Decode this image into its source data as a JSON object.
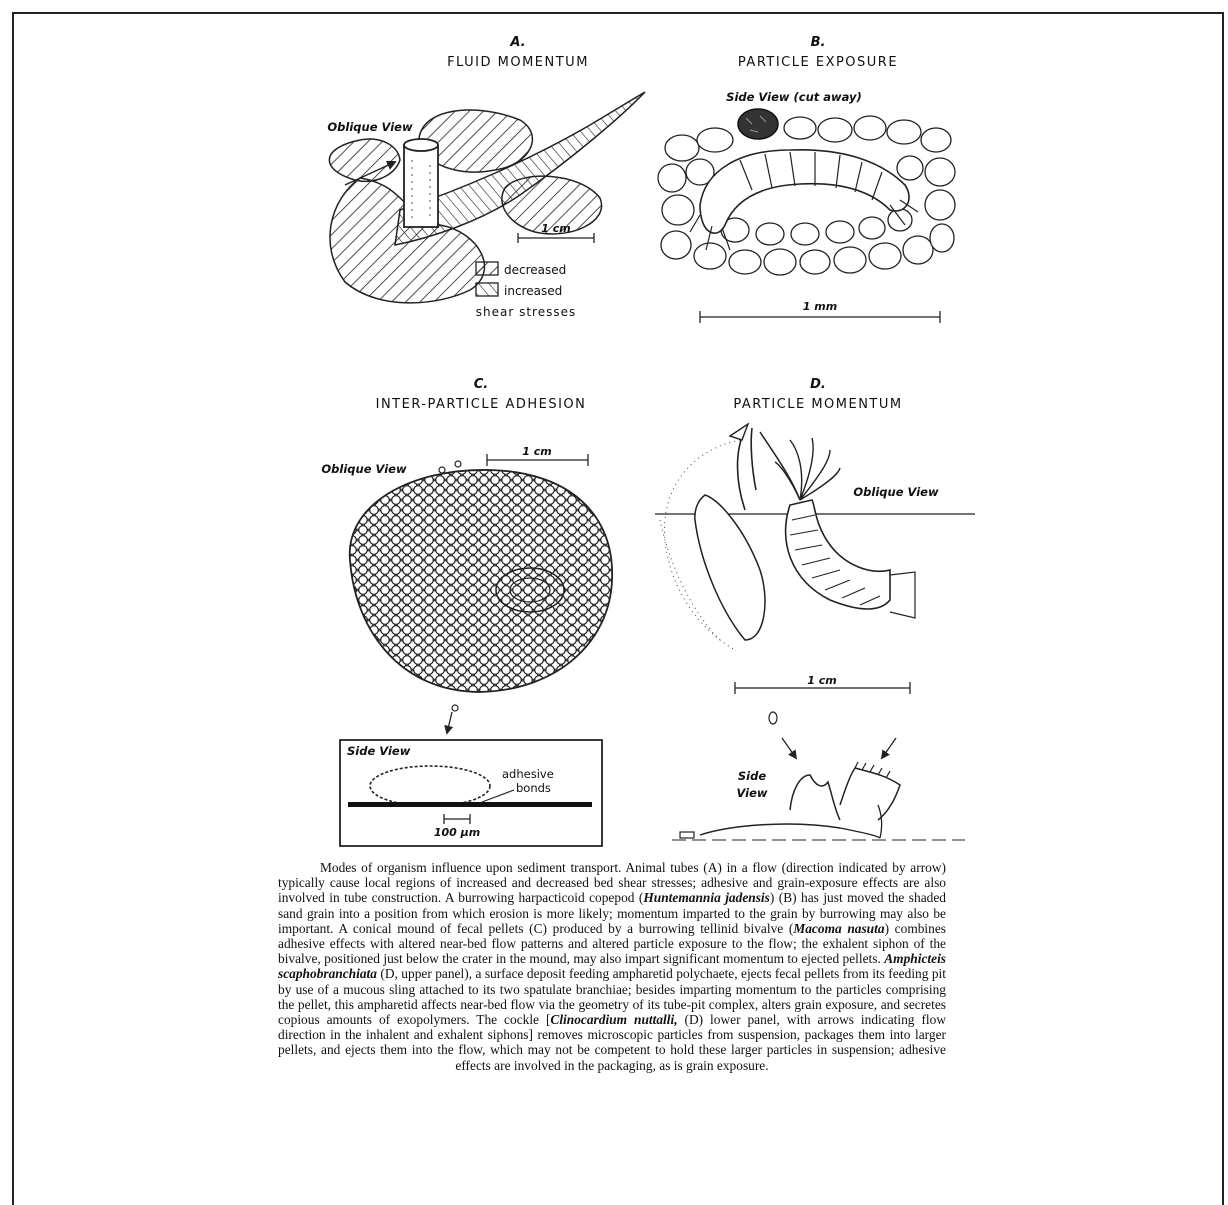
{
  "panels": {
    "a": {
      "letter": "A.",
      "title": "FLUID MOMENTUM",
      "view": "Oblique View",
      "scale": "1 cm",
      "legend_decreased": "decreased",
      "legend_increased": "increased",
      "legend_caption": "shear stresses"
    },
    "b": {
      "letter": "B.",
      "title": "PARTICLE EXPOSURE",
      "view": "Side View (cut away)",
      "scale": "1 mm"
    },
    "c": {
      "letter": "C.",
      "title": "INTER-PARTICLE ADHESION",
      "view": "Oblique View",
      "scale": "1 cm",
      "inset_view": "Side View",
      "inset_label": "adhesive bonds",
      "inset_scale": "100 μm"
    },
    "d": {
      "letter": "D.",
      "title": "PARTICLE MOMENTUM",
      "view": "Oblique View",
      "scale": "1 cm",
      "lower_view": "Side View"
    }
  },
  "caption": {
    "s1": "Modes of organism influence upon sediment transport. Animal tubes (A) in a flow (direction indicated by arrow) typically cause local regions of increased and decreased bed shear stresses; adhesive and grain-exposure effects are also involved in tube construction. A burrowing harpacticoid copepod (",
    "sp1": "Huntemannia jadensis",
    "s2": ") (B) has just moved the shaded sand grain into a position from which erosion is more likely; momentum imparted to the grain by burrowing may also be important. A conical mound of fecal pellets (C) produced by a burrowing tellinid bivalve (",
    "sp2": "Macoma nasuta",
    "s3": ") combines adhesive effects with altered near-bed flow patterns and altered particle exposure to the flow; the exhalent siphon of the bivalve, positioned just below the crater in the mound, may also impart significant momentum to ejected pellets. ",
    "sp3": "Amphicteis scaphobranchiata",
    "s4": " (D, upper panel), a surface deposit feeding ampharetid polychaete, ejects fecal pellets from its feeding pit by use of a mucous sling attached to its two spatulate branchiae; besides imparting momentum to the particles comprising the pellet, this ampharetid affects near-bed flow via the geometry of its tube-pit complex, alters grain exposure, and secretes copious amounts of exopolymers. The cockle [",
    "sp4": "Clinocardium nuttalli,",
    "s5": " (D) lower panel, with arrows indicating flow direction in the inhalent and exhalent siphons] removes microscopic particles from suspension, packages them into larger pellets, and ejects them into the flow, which may not be competent to hold these larger particles in suspension; adhesive effects are involved in the packaging, as is grain exposure."
  }
}
